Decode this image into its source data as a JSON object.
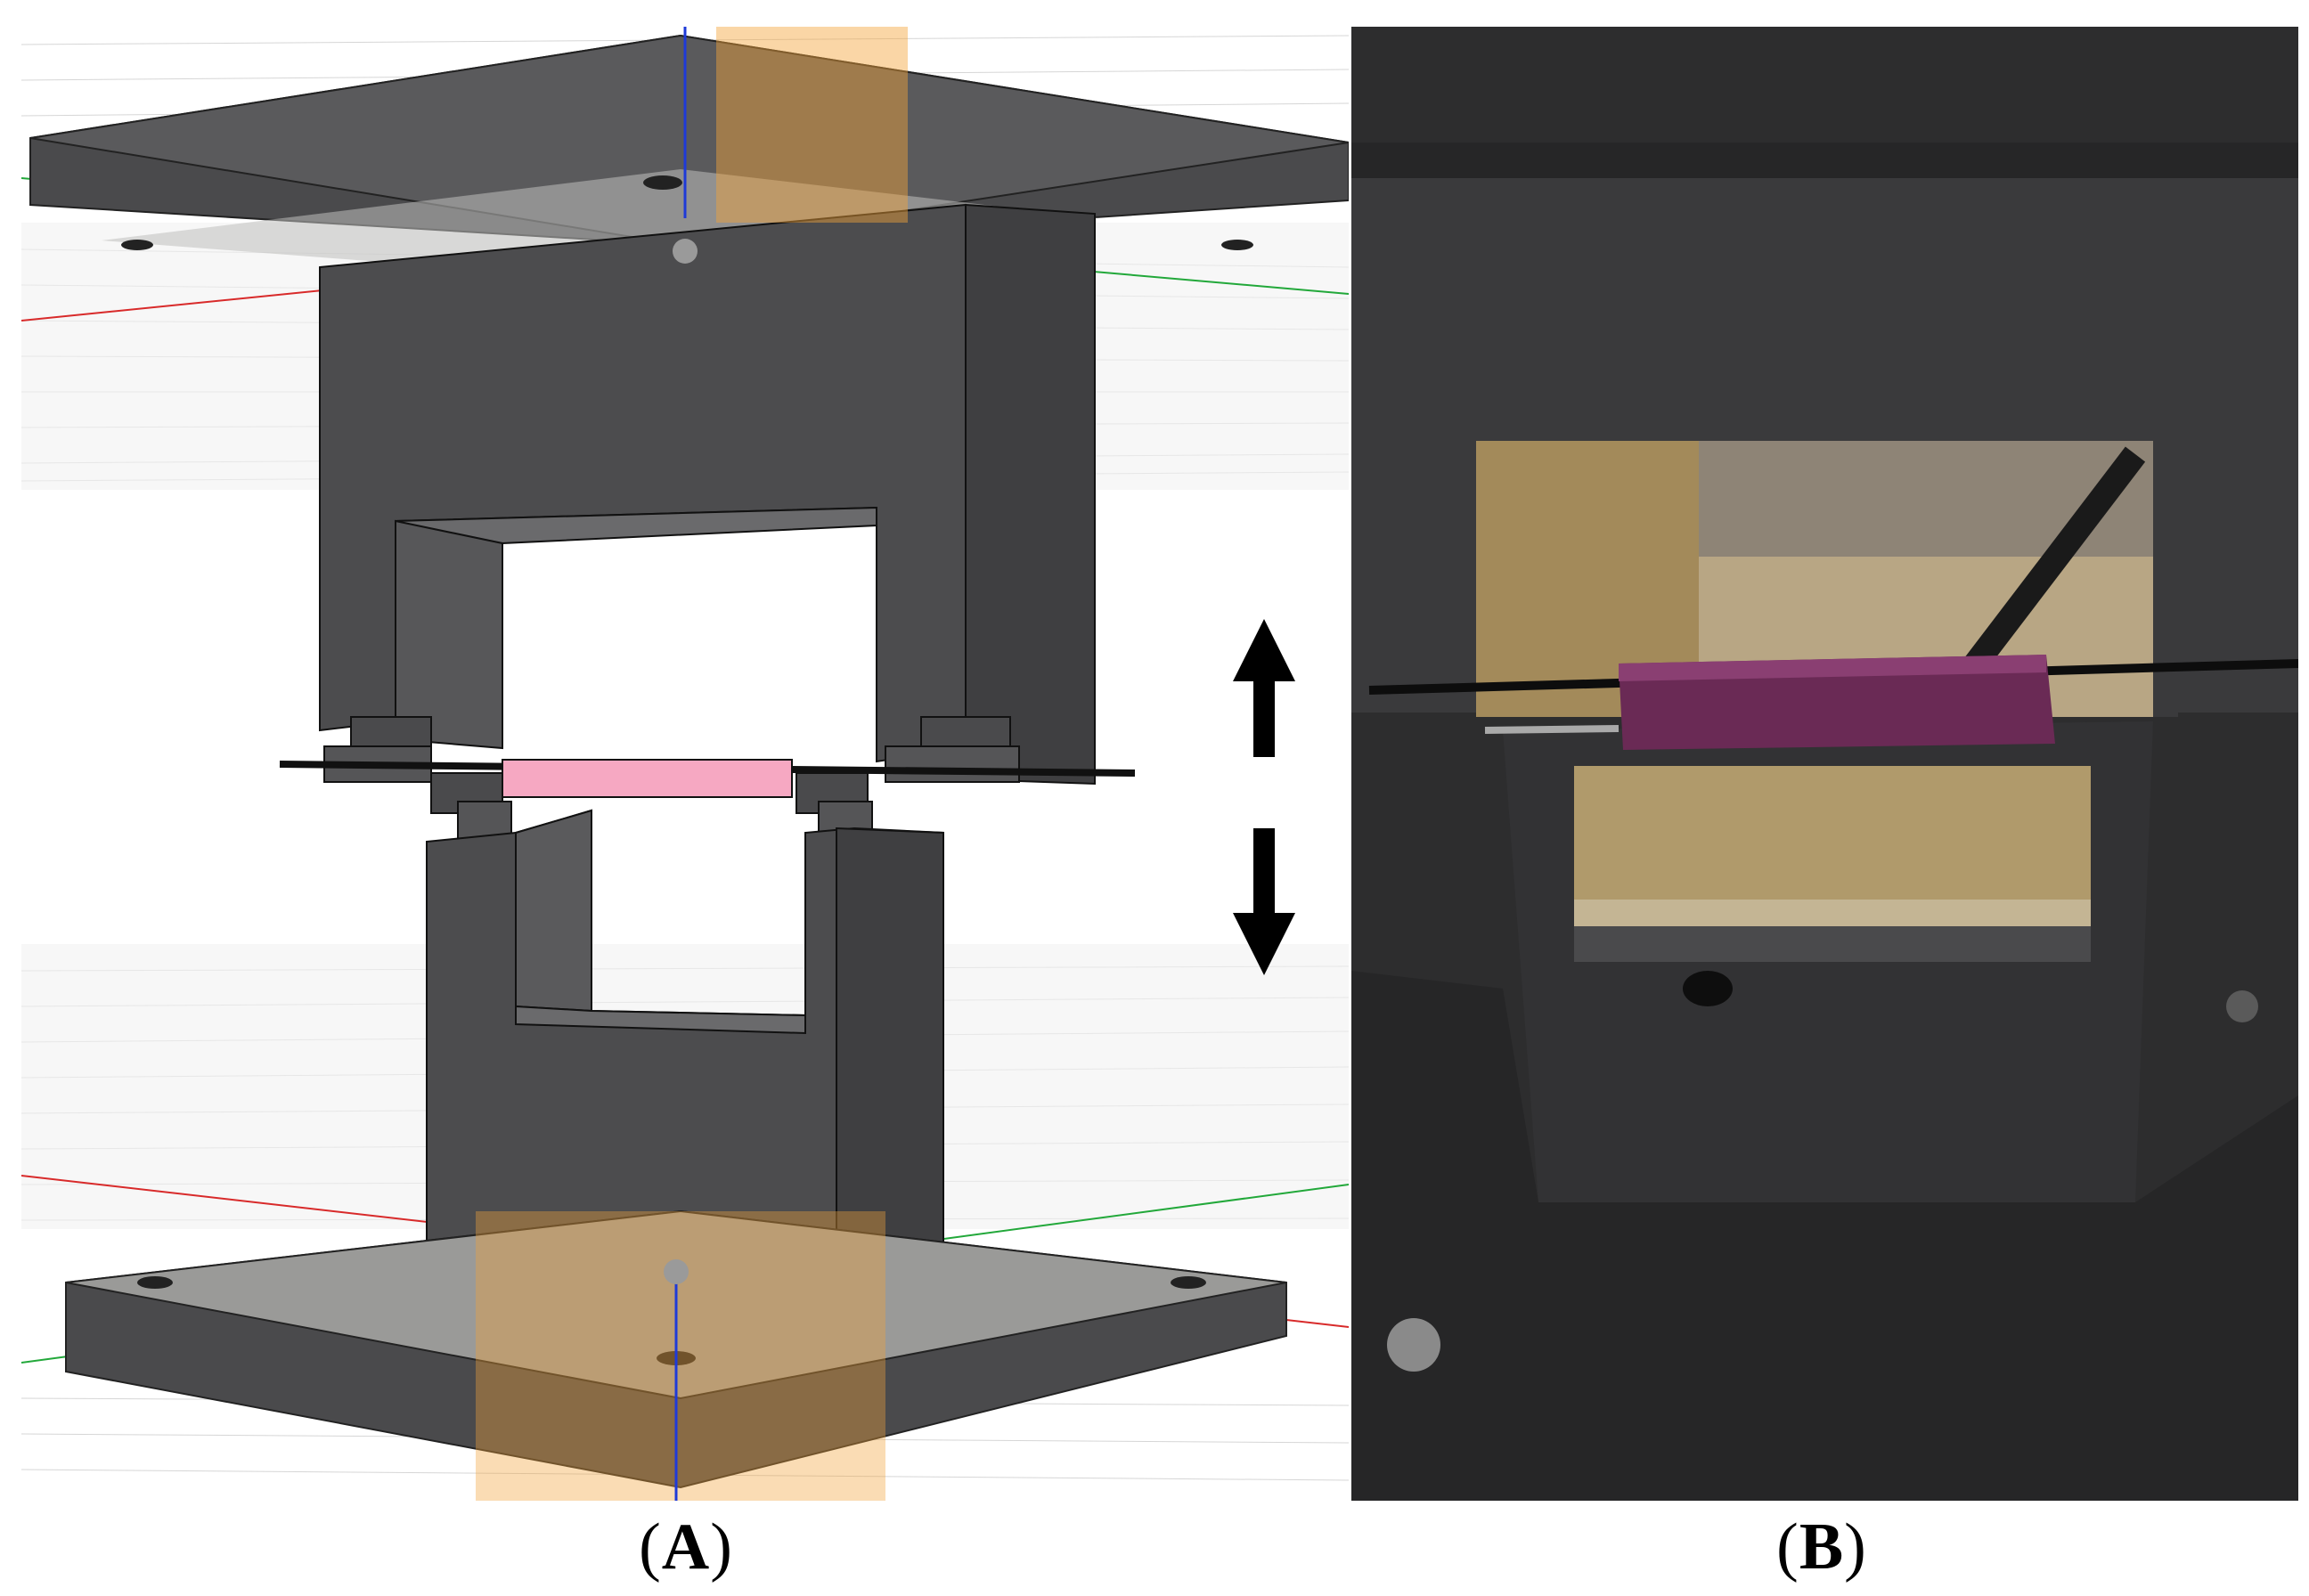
{
  "figure": {
    "panels": [
      {
        "id": "A",
        "caption_open": "(",
        "caption_letter": "A",
        "caption_close": ")",
        "content": "cad-render"
      },
      {
        "id": "B",
        "caption_open": "(",
        "caption_letter": "B",
        "caption_close": ")",
        "content": "photo"
      }
    ]
  },
  "colors": {
    "fixture_dark": "#4a4a4c",
    "fixture_mid": "#5e5e60",
    "fixture_light": "#7d7d7f",
    "plate_top": "#c8c8c6",
    "sample_pink": "#f6a8c2",
    "sample_purple": "#6a2a55",
    "axis_blue": "#1e3ad8",
    "axis_red": "#d82a2a",
    "axis_green": "#22a83a",
    "highlight_orange": "#f3a33a",
    "arrow": "#000000"
  },
  "icons": [
    "double-vertical-arrow-icon"
  ]
}
